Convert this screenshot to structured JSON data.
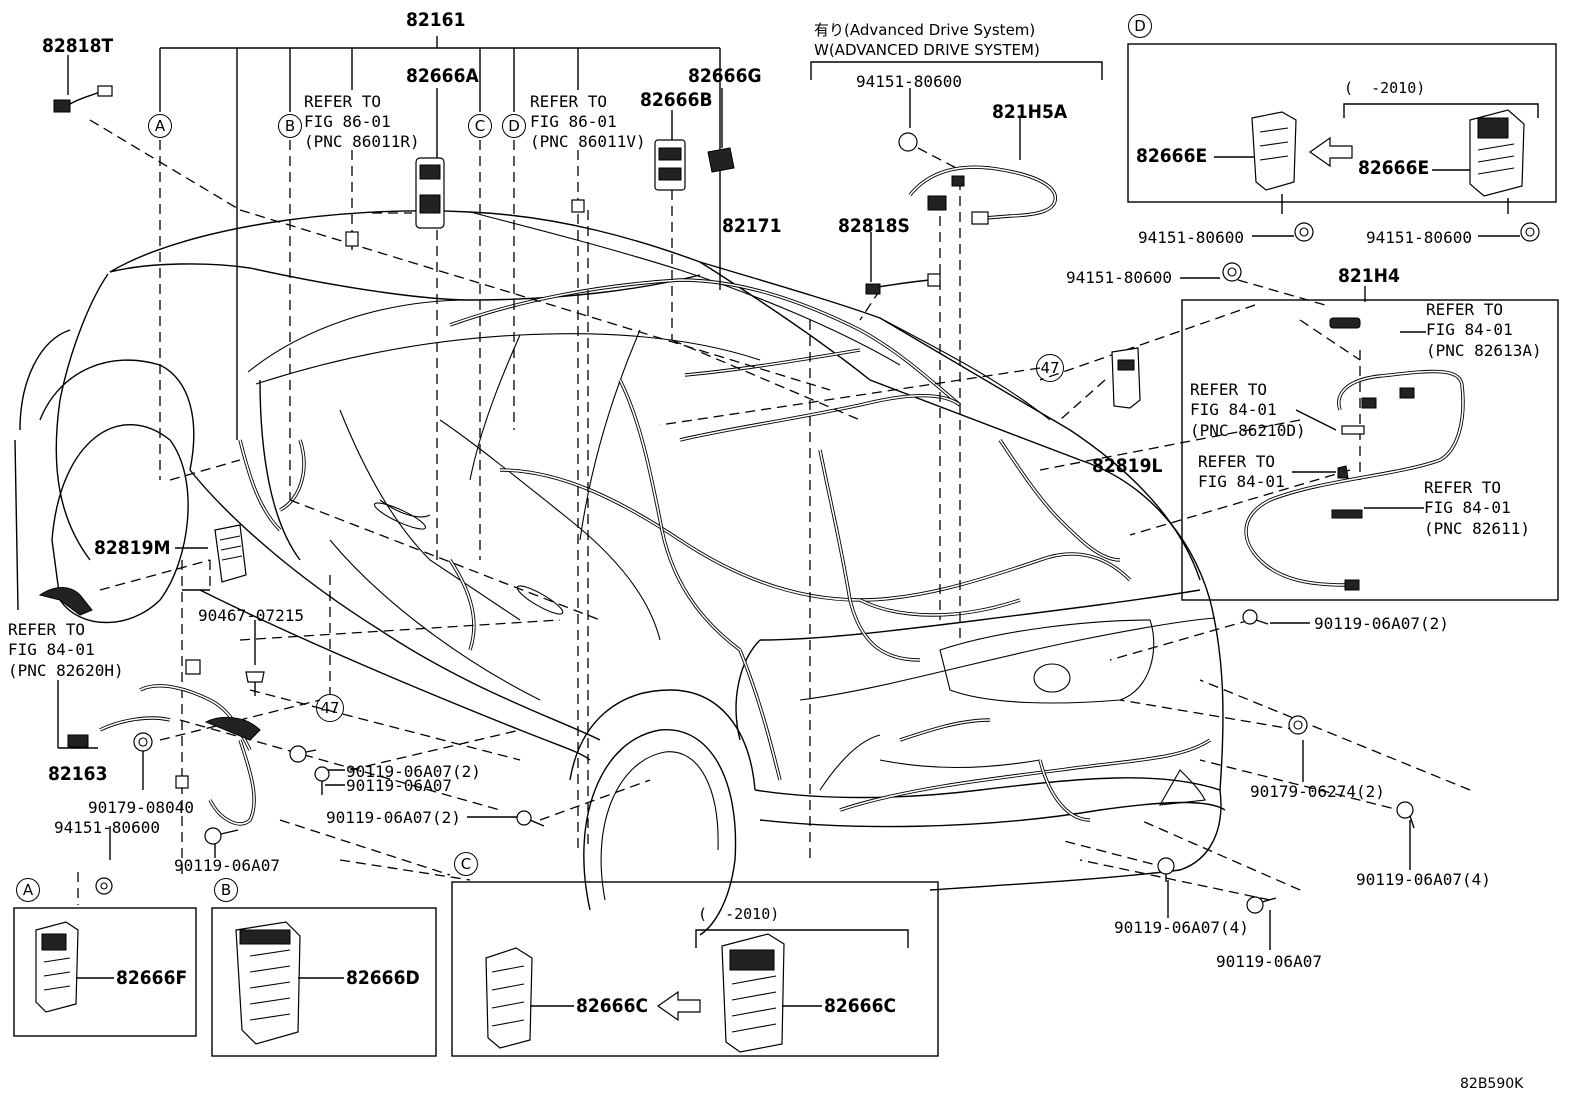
{
  "parts": {
    "p82161": "82161",
    "p82818T": "82818T",
    "p82666A": "82666A",
    "p82666G": "82666G",
    "p82666B": "82666B",
    "p82171": "82171",
    "p82818S": "82818S",
    "p821H5A": "821H5A",
    "p82666E_small": "82666E",
    "p82666E_large": "82666E",
    "p821H4": "821H4",
    "p82819L": "82819L",
    "p82819M": "82819M",
    "p82163": "82163",
    "p82666F": "82666F",
    "p82666D": "82666D",
    "p82666C_small": "82666C",
    "p82666C_large": "82666C"
  },
  "fasteners": {
    "f94151_top": "94151-80600",
    "f94151_d1": "94151-80600",
    "f94151_d2": "94151-80600",
    "f94151_mid": "94151-80600",
    "f94151_left": "94151-80600",
    "f90467": "90467-07215",
    "f90179_08040": "90179-08040",
    "f90119_a": "90119-06A07(2)",
    "f90119_b": "90119-06A07",
    "f90119_c": "90119-06A07(2)",
    "f90119_d": "90119-06A07",
    "f90119_e": "90119-06A07(2)",
    "f90179_06274": "90179-06274(2)",
    "f90119_f": "90119-06A07(4)",
    "f90119_g": "90119-06A07(4)",
    "f90119_h": "90119-06A07"
  },
  "refers": {
    "r1_line1": "REFER TO",
    "r1_line2": "FIG 86-01",
    "r1_line3": "(PNC 86011R)",
    "r2_line1": "REFER TO",
    "r2_line2": "FIG 86-01",
    "r2_line3": "(PNC 86011V)",
    "r3_line1": "REFER TO",
    "r3_line2": "FIG 84-01",
    "r3_line3": "(PNC 82613A)",
    "r4_line1": "REFER TO",
    "r4_line2": "FIG 84-01",
    "r4_line3": "(PNC 86210D)",
    "r5_line1": "REFER TO",
    "r5_line2": "FIG 84-01",
    "r6_line1": "REFER TO",
    "r6_line2": "FIG 84-01",
    "r6_line3": "(PNC 82611)",
    "r7_line1": "REFER TO",
    "r7_line2": "FIG 84-01",
    "r7_line3": "(PNC 82620H)"
  },
  "notes": {
    "ads_jp": "有り(Advanced Drive System)",
    "ads_en": "W(ADVANCED DRIVE SYSTEM)",
    "year_d": "(  -2010)",
    "year_c": "(  -2010)",
    "ref_47_a": "47",
    "ref_47_b": "47",
    "code": "82B590K"
  },
  "callouts": {
    "A": "A",
    "B": "B",
    "C": "C",
    "D": "D",
    "boxA": "A",
    "boxB": "B",
    "boxC": "C",
    "boxD": "D"
  }
}
